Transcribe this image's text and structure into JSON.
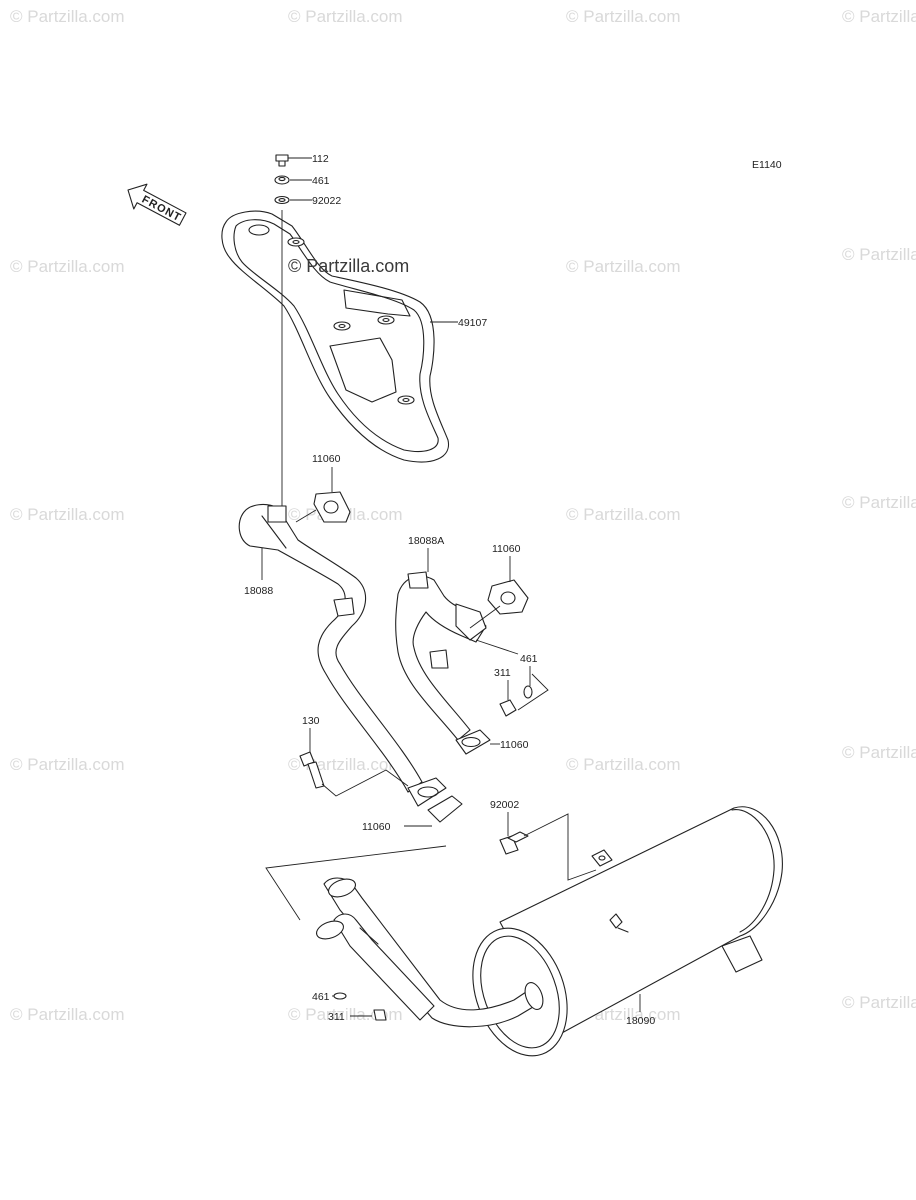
{
  "diagram_code": "E1140",
  "front_label": "FRONT",
  "watermark": "© Partzilla.com",
  "watermark_center": "© Partzilla.com",
  "labels": {
    "p112": "112",
    "p461_top": "461",
    "p92022": "92022",
    "p49107": "49107",
    "p11060_a": "11060",
    "p18088": "18088",
    "p18088a": "18088A",
    "p11060_b": "11060",
    "p461_mid": "461",
    "p311_mid": "311",
    "p11060_c": "11060",
    "p130": "130",
    "p11060_d": "11060",
    "p92002": "92002",
    "p461_bot": "461",
    "p311_bot": "311",
    "p18090": "18090"
  }
}
